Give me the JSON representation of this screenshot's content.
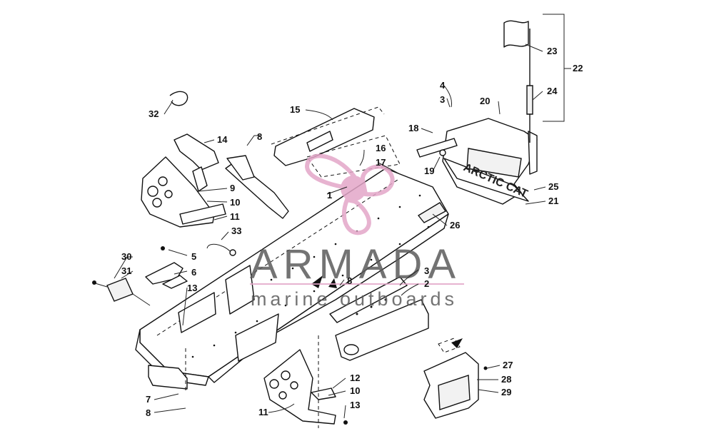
{
  "watermark": {
    "brand": "ARMADA",
    "tagline": "marine outboards",
    "logo_color": "#e3a6c8",
    "brand_color": "#5b5b5b"
  },
  "decal_text": "ARCTIC CAT",
  "callouts": [
    "1",
    "2",
    "3",
    "3",
    "4",
    "5",
    "6",
    "7",
    "8",
    "8",
    "8",
    "9",
    "10",
    "10",
    "11",
    "11",
    "12",
    "13",
    "13",
    "14",
    "15",
    "16",
    "17",
    "18",
    "19",
    "20",
    "21",
    "22",
    "23",
    "24",
    "25",
    "26",
    "27",
    "28",
    "29",
    "30",
    "31",
    "32",
    "33"
  ]
}
